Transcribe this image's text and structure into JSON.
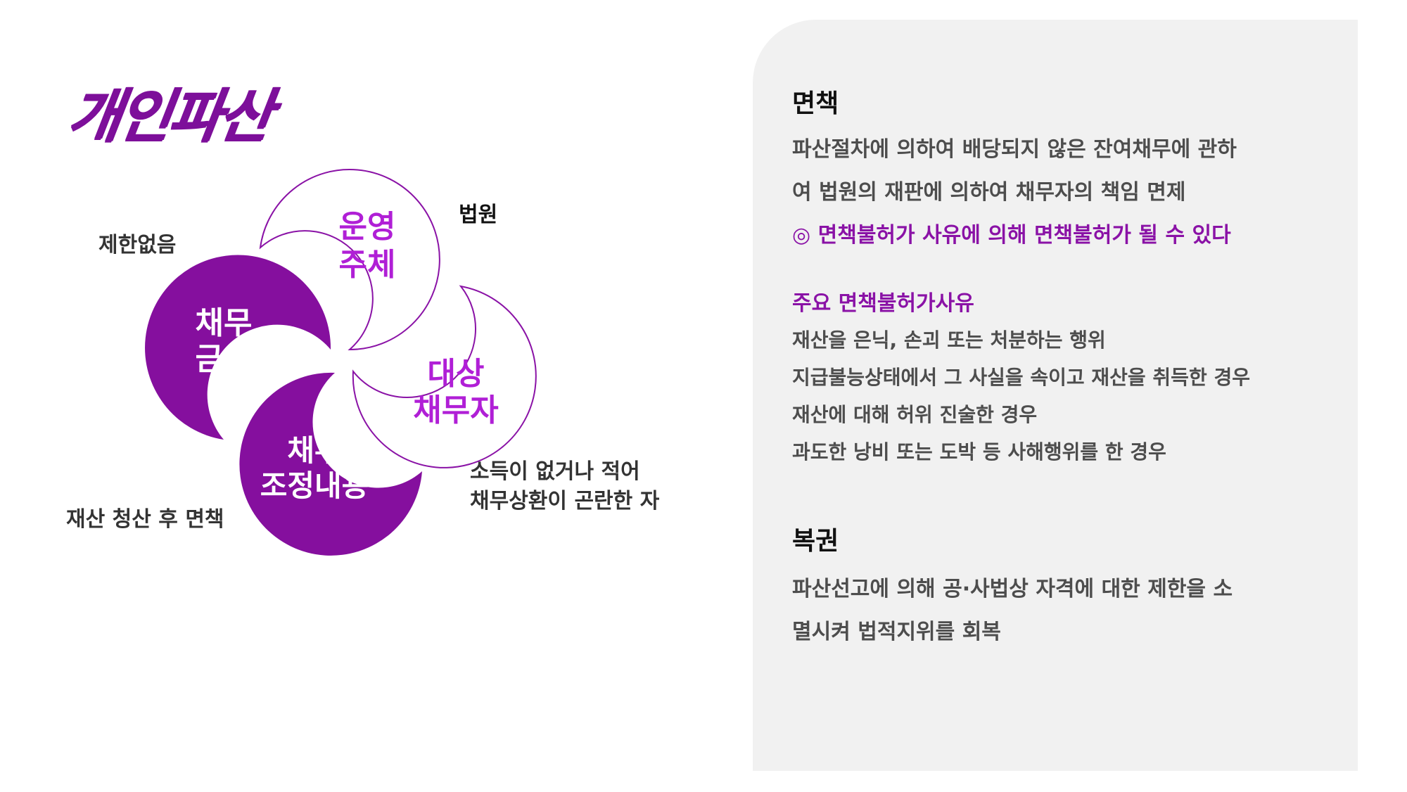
{
  "title": "개인파산",
  "venn": {
    "circles": [
      {
        "line1": "운영",
        "line2": "주체",
        "style": "outline"
      },
      {
        "line1": "채무",
        "line2": "금액",
        "style": "filled"
      },
      {
        "line1": "대상",
        "line2": "채무자",
        "style": "outline"
      },
      {
        "line1": "채무",
        "line2": "조정내용",
        "style": "filled"
      }
    ],
    "labels": {
      "court": "법원",
      "no_limit": "제한없음",
      "eligible_line1": "소득이 없거나 적어",
      "eligible_line2": "채무상환이 곤란한 자",
      "exemption": "재산 청산 후 면책"
    }
  },
  "panel": {
    "exemption": {
      "heading": "면책",
      "line1": "파산절차에 의하여 배당되지 않은 잔여채무에 관하",
      "line2": "여 법원의 재판에 의하여 채무자의 책임 면제",
      "note": "◎ 면책불허가 사유에 의해 면책불허가 될 수 있다"
    },
    "denial_reasons": {
      "heading": "주요 면책불허가사유",
      "items": [
        "재산을 은닉, 손괴 또는 처분하는 행위",
        "지급불능상태에서 그 사실을 속이고 재산을 취득한 경우",
        "재산에 대해 허위 진술한 경우",
        "과도한 낭비 또는 도박 등 사해행위를 한 경우"
      ]
    },
    "restoration": {
      "heading": "복권",
      "line1": "파산선고에 의해 공·사법상 자격에 대한 제한을 소",
      "line2": "멸시켜 법적지위를 회복"
    }
  },
  "colors": {
    "accent": "#8a12a6",
    "accent_text": "#b01fd6",
    "panel_bg": "#f1f1f1",
    "body_text": "#4d4d4d"
  }
}
